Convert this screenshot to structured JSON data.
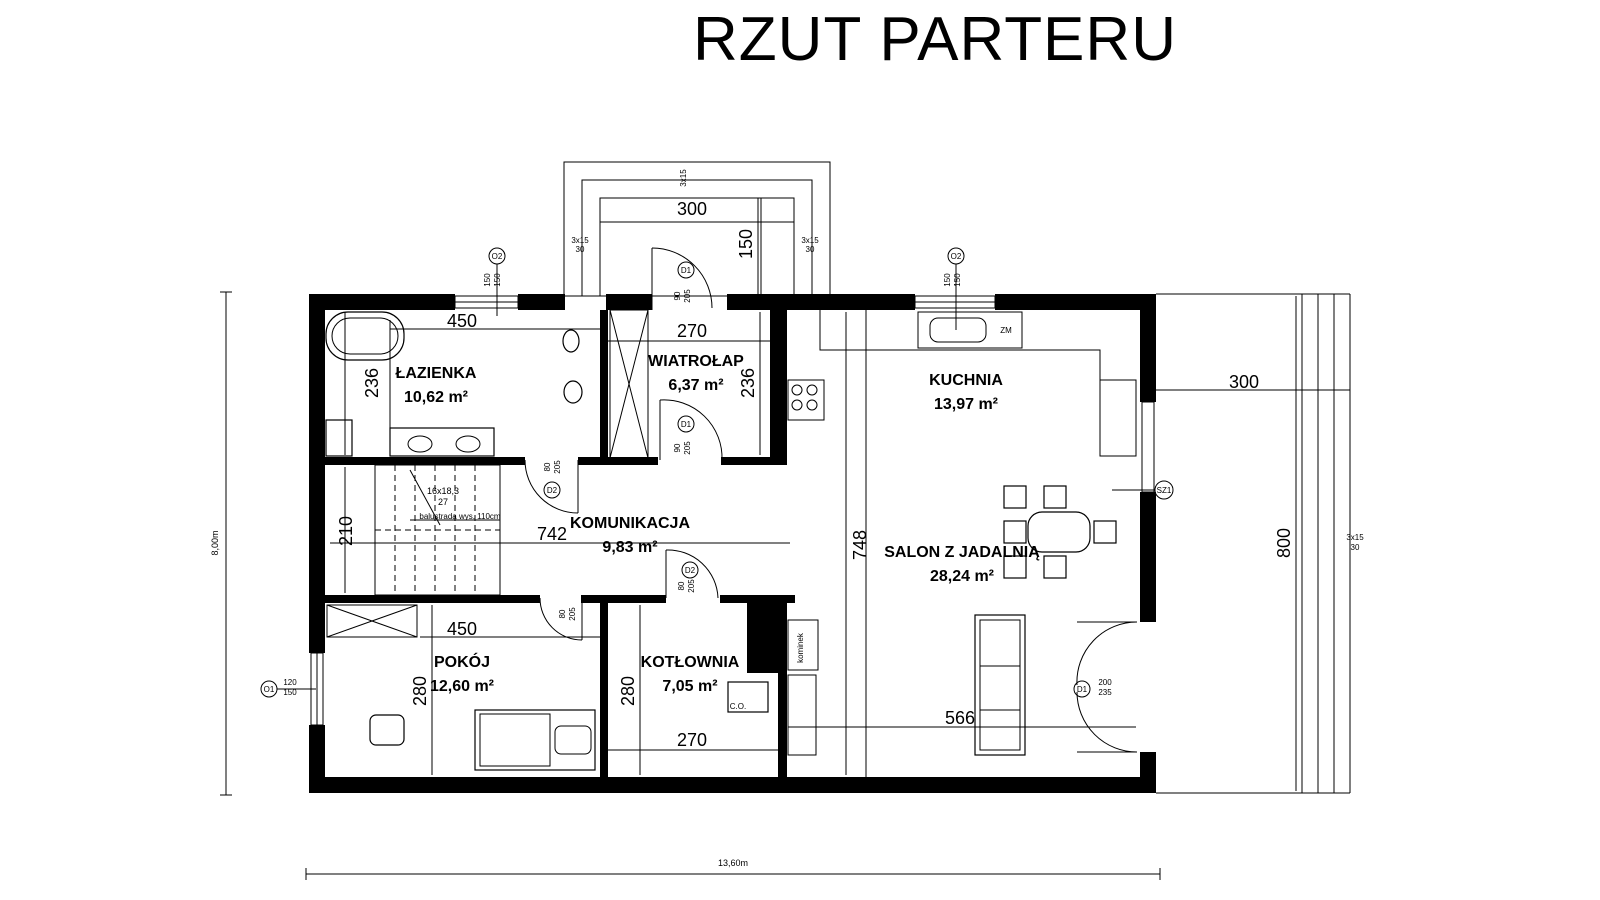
{
  "title": "RZUT PARTERU",
  "rooms": [
    {
      "name": "ŁAZIENKA",
      "area": "10,62 m²"
    },
    {
      "name": "WIATROŁAP",
      "area": "6,37 m²"
    },
    {
      "name": "KUCHNIA",
      "area": "13,97 m²"
    },
    {
      "name": "KOMUNIKACJA",
      "area": "9,83 m²"
    },
    {
      "name": "SALON Z JADALNIĄ",
      "area": "28,24 m²"
    },
    {
      "name": "POKÓJ",
      "area": "12,60 m²"
    },
    {
      "name": "KOTŁOWNIA",
      "area": "7,05 m²"
    }
  ],
  "dimensions": {
    "porch_width": "300",
    "porch_depth": "150",
    "bath_width": "450",
    "bath_depth": "236",
    "vestibule_width": "270",
    "vestibule_depth": "236",
    "corridor_length": "742",
    "corridor_width": "210",
    "room_width": "450",
    "room_depth": "280",
    "boiler_depth": "280",
    "boiler_width": "270",
    "living_depth": "748",
    "living_width": "566",
    "terrace_width": "300",
    "terrace_depth": "800",
    "total_width": "13,60m",
    "total_depth": "8,00m"
  },
  "stairs": {
    "count": "16x18,3",
    "step": "27",
    "balustrade": "balustrada wys. 110cm"
  },
  "steps_note": "3x15",
  "steps_note_sub": "30",
  "tags": {
    "window_o2": "O2",
    "window_o1": "O1",
    "door_d1": "D1",
    "door_d2": "D2",
    "smoke": "SZ1",
    "water_meter": "ZM",
    "co": "C.O.",
    "kominek": "kominek"
  },
  "openings": {
    "o2_size": "150",
    "o2_size2": "150",
    "o1_w": "120",
    "o1_h": "150",
    "d1_w": "90",
    "d1_h": "205",
    "d2_w": "80",
    "d2_h": "205",
    "d1_main_w": "200",
    "d1_main_h": "235"
  }
}
